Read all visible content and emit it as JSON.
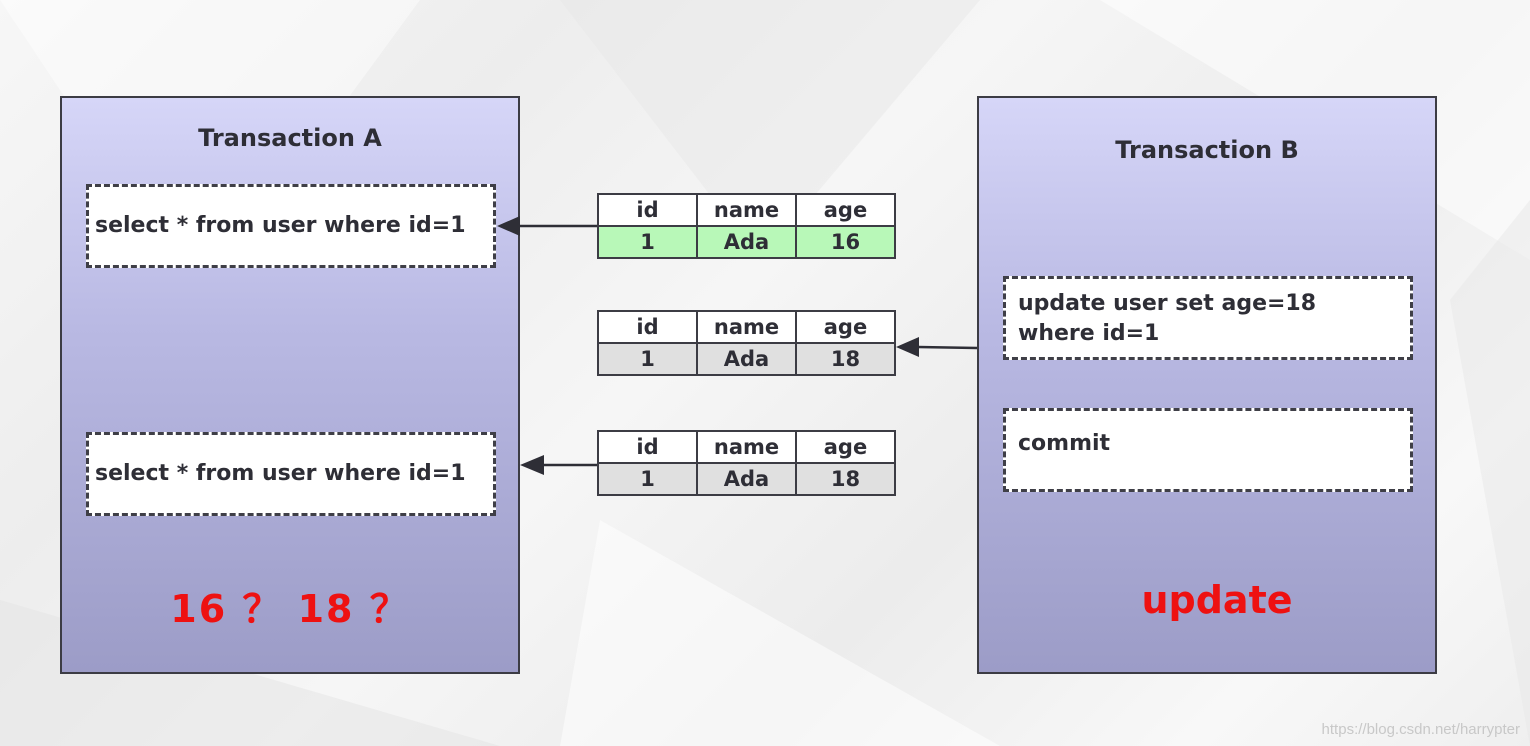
{
  "transaction_a": {
    "title": "Transaction A",
    "statement_1": "select * from user where id=1",
    "statement_2": "select * from user where id=1",
    "question": "16 ？ 18 ？"
  },
  "transaction_b": {
    "title": "Transaction B",
    "statement_update": "update user set age=18 where id=1",
    "statement_commit": "commit",
    "label": "update"
  },
  "tables": [
    {
      "headers": [
        "id",
        "name",
        "age"
      ],
      "row": [
        "1",
        "Ada",
        "16"
      ]
    },
    {
      "headers": [
        "id",
        "name",
        "age"
      ],
      "row": [
        "1",
        "Ada",
        "18"
      ]
    },
    {
      "headers": [
        "id",
        "name",
        "age"
      ],
      "row": [
        "1",
        "Ada",
        "18"
      ]
    }
  ],
  "colors": {
    "row_highlight": "#b8f8b8",
    "row_default": "#e0e0e0",
    "emphasis_text": "#ee1111"
  },
  "watermark": "https://blog.csdn.net/harrypter"
}
